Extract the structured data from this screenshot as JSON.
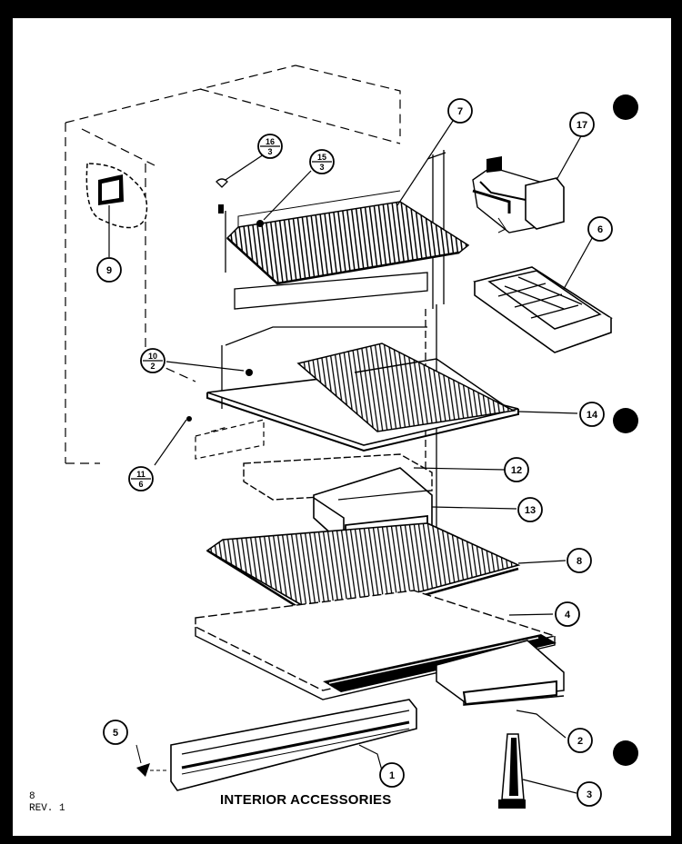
{
  "callouts": [
    {
      "id": "c1",
      "label": "1"
    },
    {
      "id": "c2",
      "label": "2"
    },
    {
      "id": "c3",
      "label": "3"
    },
    {
      "id": "c4",
      "label": "4"
    },
    {
      "id": "c5",
      "label": "5"
    },
    {
      "id": "c6",
      "label": "6"
    },
    {
      "id": "c7",
      "label": "7"
    },
    {
      "id": "c8",
      "label": "8"
    },
    {
      "id": "c9",
      "label": "9"
    },
    {
      "id": "c12",
      "label": "12"
    },
    {
      "id": "c13",
      "label": "13"
    },
    {
      "id": "c14",
      "label": "14"
    },
    {
      "id": "c17",
      "label": "17"
    }
  ],
  "fraction_callouts": [
    {
      "id": "f16",
      "top": "16",
      "bottom": "3"
    },
    {
      "id": "f15",
      "top": "15",
      "bottom": "3"
    },
    {
      "id": "f10",
      "top": "10",
      "bottom": "2"
    },
    {
      "id": "f11",
      "top": "11",
      "bottom": "6"
    }
  ],
  "footer": {
    "title": "INTERIOR ACCESSORIES",
    "page_number": "8",
    "revision": "REV. 1"
  },
  "colors": {
    "ink": "#000000",
    "paper": "#ffffff",
    "border": "#000000"
  }
}
